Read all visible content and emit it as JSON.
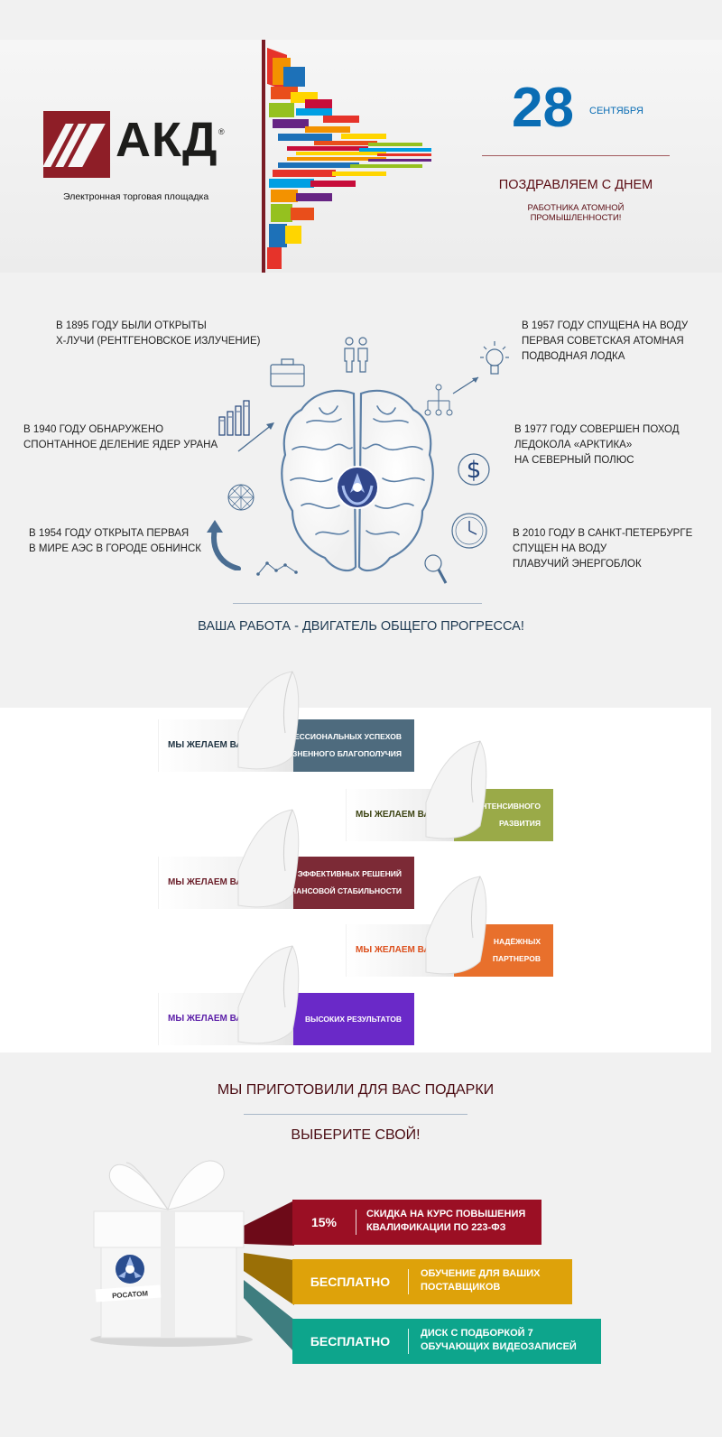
{
  "header": {
    "logo_text": "АКД",
    "logo_reg": "®",
    "logo_subtitle": "Электронная торговая площадка",
    "date_day": "28",
    "date_month": "СЕНТЯБРЯ",
    "congrats_line1": "ПОЗДРАВЛЯЕМ С ДНЕМ",
    "congrats_line2": "РАБОТНИКА АТОМНОЙ ПРОМЫШЛЕННОСТИ!"
  },
  "facts": {
    "left": [
      {
        "line1": "В 1895 ГОДУ БЫЛИ ОТКРЫТЫ",
        "line2": "Х-ЛУЧИ (РЕНТГЕНОВСКОЕ ИЗЛУЧЕНИЕ)"
      },
      {
        "line1": "В 1940 ГОДУ ОБНАРУЖЕНО",
        "line2": "СПОНТАННОЕ ДЕЛЕНИЕ ЯДЕР УРАНА"
      },
      {
        "line1": "В 1954 ГОДУ ОТКРЫТА ПЕРВАЯ",
        "line2": "В МИРЕ АЭС В ГОРОДЕ ОБНИНСК"
      }
    ],
    "right": [
      {
        "line1": "В 1957 ГОДУ СПУЩЕНА НА ВОДУ",
        "line2": "ПЕРВАЯ СОВЕТСКАЯ АТОМНАЯ",
        "line3": "ПОДВОДНАЯ ЛОДКА"
      },
      {
        "line1": "В 1977 ГОДУ СОВЕРШЕН ПОХОД",
        "line2": "ЛЕДОКОЛА «АРКТИКА»",
        "line3": "НА СЕВЕРНЫЙ ПОЛЮС"
      },
      {
        "line1": "В 2010 ГОДУ В САНКТ-ПЕТЕРБУРГЕ",
        "line2": "СПУЩЕН НА ВОДУ",
        "line3": "ПЛАВУЧИЙ ЭНЕРГОБЛОК"
      }
    ],
    "slogan": "ВАША РАБОТА - ДВИГАТЕЛЬ ОБЩЕГО ПРОГРЕССА!"
  },
  "wishes": [
    {
      "prefix": "МЫ ЖЕЛАЕМ ВАМ",
      "line1": "ПРОФЕССИОНАЛЬНЫХ УСПЕХОВ",
      "line2": "ЖИЗНЕННОГО БЛАГОПОЛУЧИЯ",
      "color": "#4e6b7e",
      "text_color": "#1f3342"
    },
    {
      "prefix": "МЫ ЖЕЛАЕМ ВАМ",
      "line1": "ИНТЕНСИВНОГО",
      "line2": "РАЗВИТИЯ",
      "color": "#9aaa48",
      "text_color": "#3d4413"
    },
    {
      "prefix": "МЫ ЖЕЛАЕМ ВАМ",
      "line1": "ЭФФЕКТИВНЫХ РЕШЕНИЙ",
      "line2": "ФИНАНСОВОЙ СТАБИЛЬНОСТИ",
      "color": "#7c2a36",
      "text_color": "#6a1e29"
    },
    {
      "prefix": "МЫ ЖЕЛАЕМ ВАМ",
      "line1": "НАДЁЖНЫХ",
      "line2": "ПАРТНЕРОВ",
      "color": "#e8702c",
      "text_color": "#dc4f1c"
    },
    {
      "prefix": "МЫ ЖЕЛАЕМ ВАМ",
      "line1": "ВЫСОКИХ РЕЗУЛЬТАТОВ",
      "line2": "",
      "color": "#6a29c8",
      "text_color": "#5b1ea8"
    }
  ],
  "gifts": {
    "title": "МЫ ПРИГОТОВИЛИ ДЛЯ ВАС ПОДАРКИ",
    "subtitle": "ВЫБЕРИТЕ СВОЙ!",
    "box_label": "РОСАТОМ",
    "items": [
      {
        "value": "15%",
        "line1": "СКИДКА НА КУРС ПОВЫШЕНИЯ",
        "line2": "КВАЛИФИКАЦИИ ПО 223-ФЗ",
        "color": "#9b0f24",
        "dark": "#6d0a18"
      },
      {
        "value": "БЕСПЛАТНО",
        "line1": "ОБУЧЕНИЕ ДЛЯ ВАШИХ",
        "line2": "ПОСТАВЩИКОВ",
        "color": "#dea20a",
        "dark": "#9a6f06"
      },
      {
        "value": "БЕСПЛАТНО",
        "line1": "ДИСК С ПОДБОРКОЙ 7",
        "line2": "ОБУЧАЮЩИХ ВИДЕОЗАПИСЕЙ",
        "color": "#0da58c",
        "dark": "#3e7d7f"
      }
    ]
  }
}
